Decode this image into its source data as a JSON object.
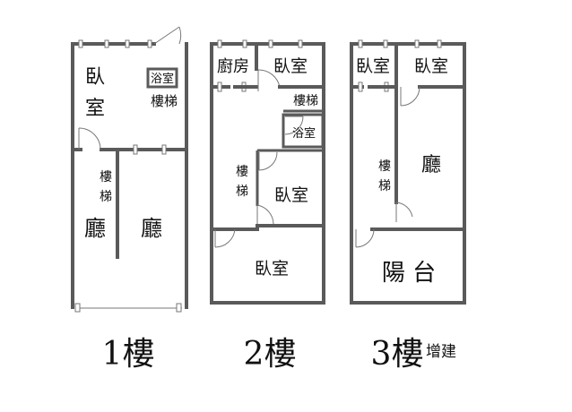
{
  "floors": [
    {
      "caption": "1樓",
      "rooms": {
        "bedroom_char1": "臥",
        "bedroom_char2": "室",
        "bathroom": "浴室",
        "stairs_top": "樓梯",
        "stairs_char1": "樓",
        "stairs_char2": "梯",
        "hall_left": "廳",
        "hall_right": "廳"
      }
    },
    {
      "caption": "2樓",
      "rooms": {
        "kitchen": "廚房",
        "bedroom_top": "臥室",
        "stairs_small": "樓梯",
        "bathroom": "浴室",
        "stairs_char1": "樓",
        "stairs_char2": "梯",
        "bedroom_mid": "臥室",
        "bedroom_bottom": "臥室"
      }
    },
    {
      "caption": "3樓",
      "caption_note": "增建",
      "rooms": {
        "bedroom_left": "臥室",
        "bedroom_right": "臥室",
        "stairs_char1": "樓",
        "stairs_char2": "梯",
        "hall": "廳",
        "balcony": "陽 台"
      }
    }
  ]
}
